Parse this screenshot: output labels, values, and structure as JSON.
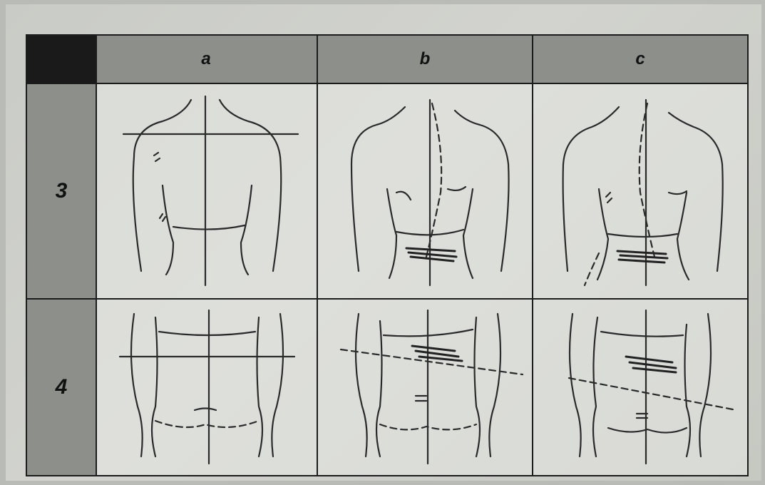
{
  "table": {
    "column_headers": [
      "a",
      "b",
      "c"
    ],
    "row_headers": [
      "3",
      "4"
    ]
  },
  "figures": [
    {
      "row": "3",
      "column": "a",
      "subject": "upper-torso-front-symmetric"
    },
    {
      "row": "3",
      "column": "b",
      "subject": "upper-torso-back-spine-curve-left"
    },
    {
      "row": "3",
      "column": "c",
      "subject": "upper-torso-back-spine-curve-right"
    },
    {
      "row": "4",
      "column": "a",
      "subject": "pelvis-level"
    },
    {
      "row": "4",
      "column": "b",
      "subject": "pelvis-tilted"
    },
    {
      "row": "4",
      "column": "c",
      "subject": "pelvis-tilted-steep"
    }
  ],
  "colors": {
    "header_fill": "#8c8f8a",
    "corner_fill": "#1a1a1a",
    "line": "#2a2a2a",
    "paper": "#d2d3ce"
  }
}
